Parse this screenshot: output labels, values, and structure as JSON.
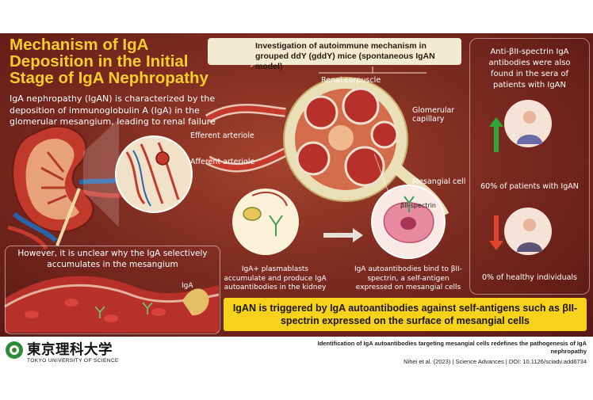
{
  "title": "Mechanism of IgA Deposition in the Initial Stage of IgA Nephropathy",
  "intro": "IgA nephropathy (IgAN) is characterized by the deposition of immunoglobulin A (IgA) in the glomerular mesangium, leading to renal failure",
  "mouse_box": "Investigation of autoimmune mechanism in grouped ddY (gddY) mice (spontaneous IgAN model)",
  "labels": {
    "renal_corpuscle": "Renal corpuscle",
    "glomerular_capillary": "Glomerular capillary",
    "efferent_arteriole": "Efferent arteriole",
    "afferent_arteriole": "Afferent arteriole",
    "mesangial_cell": "Mesangial cell",
    "beta_spectrin": "βII-spectrin",
    "iga": "IgA"
  },
  "unclear": "However, it is unclear why the IgA selectively accumulates in the mesangium",
  "plasma_text": "IgA+ plasmablasts accumulate and produce IgA autoantibodies in the kidney",
  "bind_text": "IgA autoantibodies bind to βII-spectrin, a self-antigen expressed on mesangial cells",
  "anti_text": "Anti-βII-spectrin IgA antibodies were also found in the sera of patients with IgAN",
  "patients_60": "60% of patients with IgAN",
  "healthy_0": "0% of healthy individuals",
  "banner": "IgAN is triggered by IgA autoantibodies against self-antigens such as βII-spectrin expressed on the surface of mesangial cells",
  "logo": {
    "jp": "東京理科大学",
    "en": "TOKYO UNIVERSITY OF SCIENCE"
  },
  "footer": {
    "title": "Identification of IgA autoantibodies targeting mesangial cells redefines the pathogenesis of IgA nephropathy",
    "citation": "Nihei et al. (2023)  |  Science Advances  |  DOI: 10.1126/sciadv.add6734"
  },
  "colors": {
    "title": "#f5cd2a",
    "banner": "#f7d21b",
    "background": "#7e2b21",
    "arrow_up": "#2fa83a",
    "arrow_down": "#e0452b"
  }
}
